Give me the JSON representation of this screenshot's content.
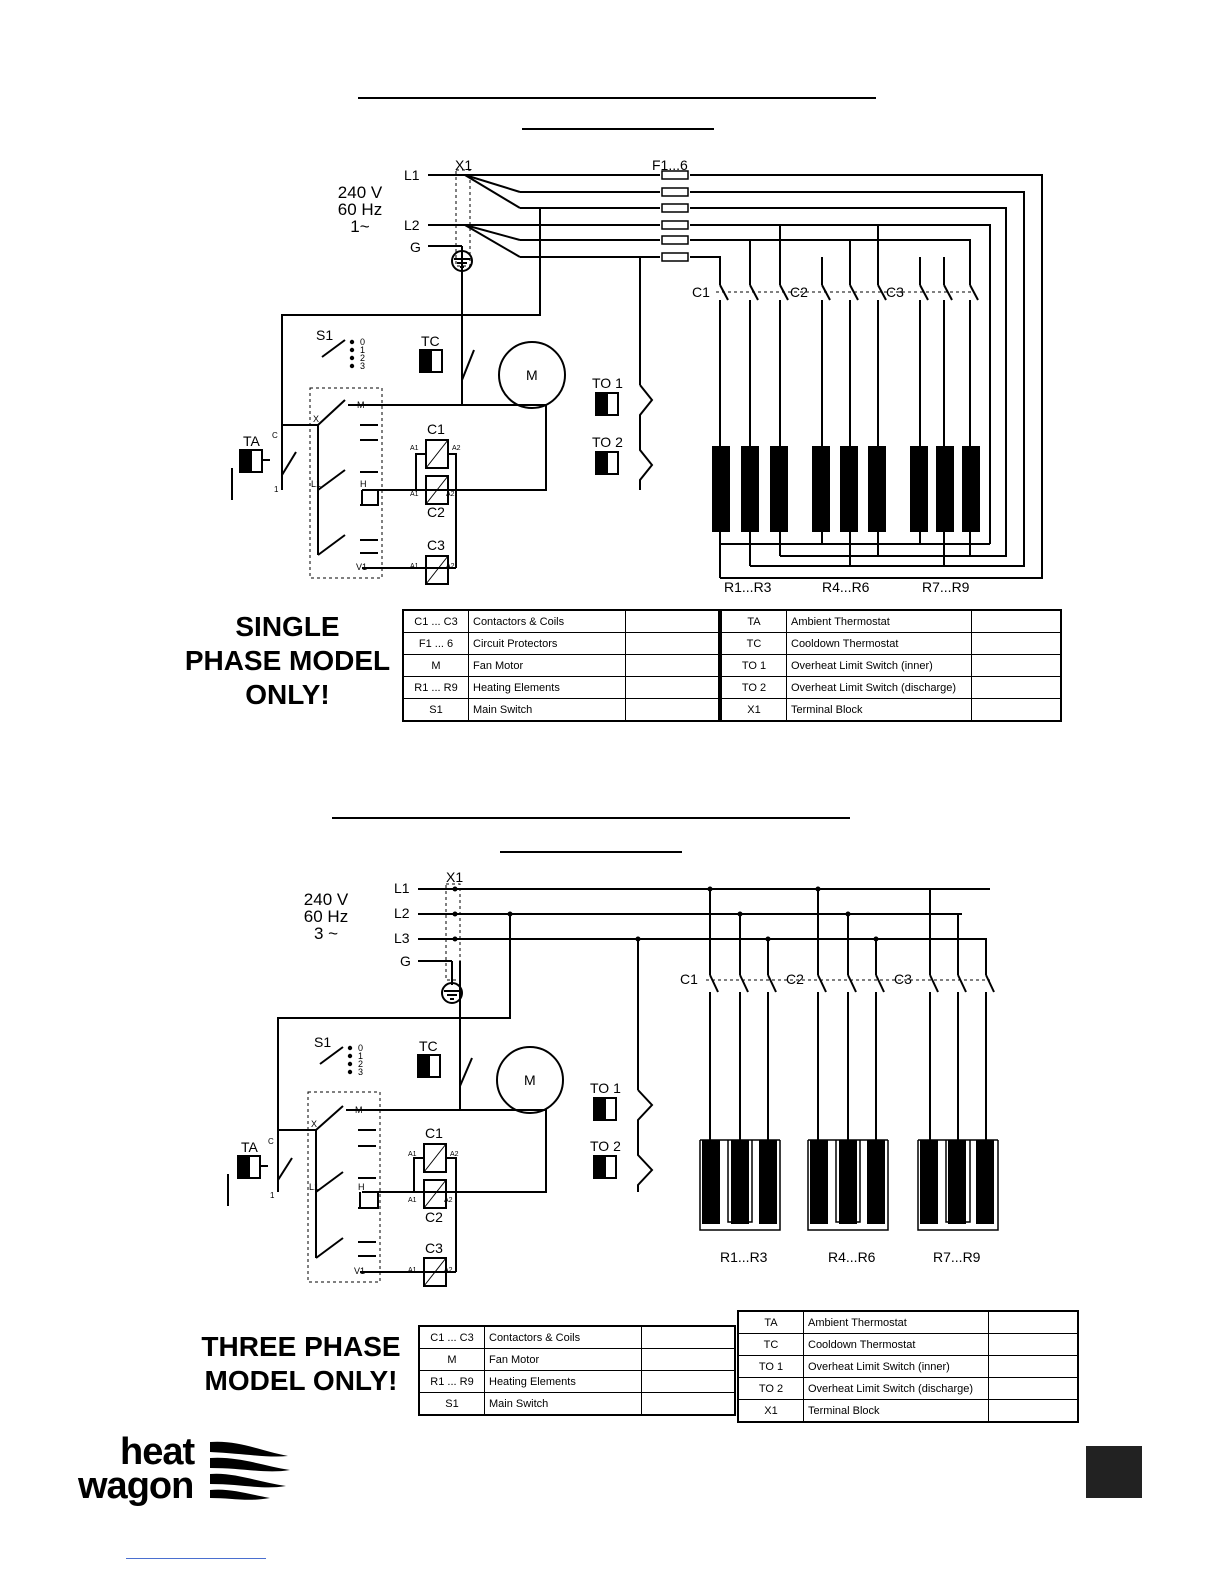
{
  "single": {
    "supply": [
      "240 V",
      "60 Hz",
      "1~"
    ],
    "lines": [
      "L1",
      "L2",
      "G"
    ],
    "x1": "X1",
    "fuse": "F1...6",
    "contactors": [
      "C1",
      "C2",
      "C3"
    ],
    "switch": "S1",
    "positions": [
      "0",
      "1",
      "2",
      "3"
    ],
    "tc": "TC",
    "motor": "M",
    "to1": "TO 1",
    "to2": "TO 2",
    "ta": "TA",
    "coil_labels": [
      "C1",
      "C2",
      "C3"
    ],
    "terminals": [
      "A1",
      "A2",
      "A1",
      "A2",
      "A1",
      "A2"
    ],
    "switch_marks": [
      "X",
      "M",
      "C",
      "1",
      "L1",
      "H",
      "V1"
    ],
    "element_groups": [
      "R1...R3",
      "R4...R6",
      "R7...R9"
    ],
    "model_label": [
      "SINGLE",
      "PHASE MODEL",
      "ONLY!"
    ],
    "legend_left": [
      [
        "C1 ... C3",
        "Contactors & Coils"
      ],
      [
        "F1 ... 6",
        "Circuit Protectors"
      ],
      [
        "M",
        "Fan Motor"
      ],
      [
        "R1 ... R9",
        "Heating Elements"
      ],
      [
        "S1",
        "Main Switch"
      ]
    ],
    "legend_right": [
      [
        "TA",
        "Ambient Thermostat"
      ],
      [
        "TC",
        "Cooldown Thermostat"
      ],
      [
        "TO 1",
        "Overheat Limit Switch (inner)"
      ],
      [
        "TO 2",
        "Overheat Limit Switch (discharge)"
      ],
      [
        "X1",
        "Terminal Block"
      ]
    ]
  },
  "three": {
    "supply": [
      "240 V",
      "60 Hz",
      "3 ~"
    ],
    "lines": [
      "L1",
      "L2",
      "L3",
      "G"
    ],
    "x1": "X1",
    "contactors": [
      "C1",
      "C2",
      "C3"
    ],
    "switch": "S1",
    "positions": [
      "0",
      "1",
      "2",
      "3"
    ],
    "tc": "TC",
    "motor": "M",
    "to1": "TO 1",
    "to2": "TO 2",
    "ta": "TA",
    "coil_labels": [
      "C1",
      "C2",
      "C3"
    ],
    "terminals": [
      "A1",
      "A2",
      "A1",
      "A2",
      "A1",
      "A2"
    ],
    "switch_marks": [
      "X",
      "M",
      "C",
      "1",
      "L1",
      "H",
      "V1"
    ],
    "element_groups": [
      "R1...R3",
      "R4...R6",
      "R7...R9"
    ],
    "model_label": [
      "THREE PHASE",
      "MODEL ONLY!"
    ],
    "legend_left": [
      [
        "C1 ... C3",
        "Contactors & Coils"
      ],
      [
        "M",
        "Fan Motor"
      ],
      [
        "R1 ... R9",
        "Heating Elements"
      ],
      [
        "S1",
        "Main Switch"
      ]
    ],
    "legend_right": [
      [
        "TA",
        "Ambient Thermostat"
      ],
      [
        "TC",
        "Cooldown Thermostat"
      ],
      [
        "TO 1",
        "Overheat Limit Switch (inner)"
      ],
      [
        "TO 2",
        "Overheat Limit Switch (discharge)"
      ],
      [
        "X1",
        "Terminal Block"
      ]
    ]
  },
  "logo": {
    "line1": "heat",
    "line2": "wagon"
  },
  "colors": {
    "ink": "#000000",
    "page_box": "#222222",
    "link": "#4a6fd0"
  }
}
